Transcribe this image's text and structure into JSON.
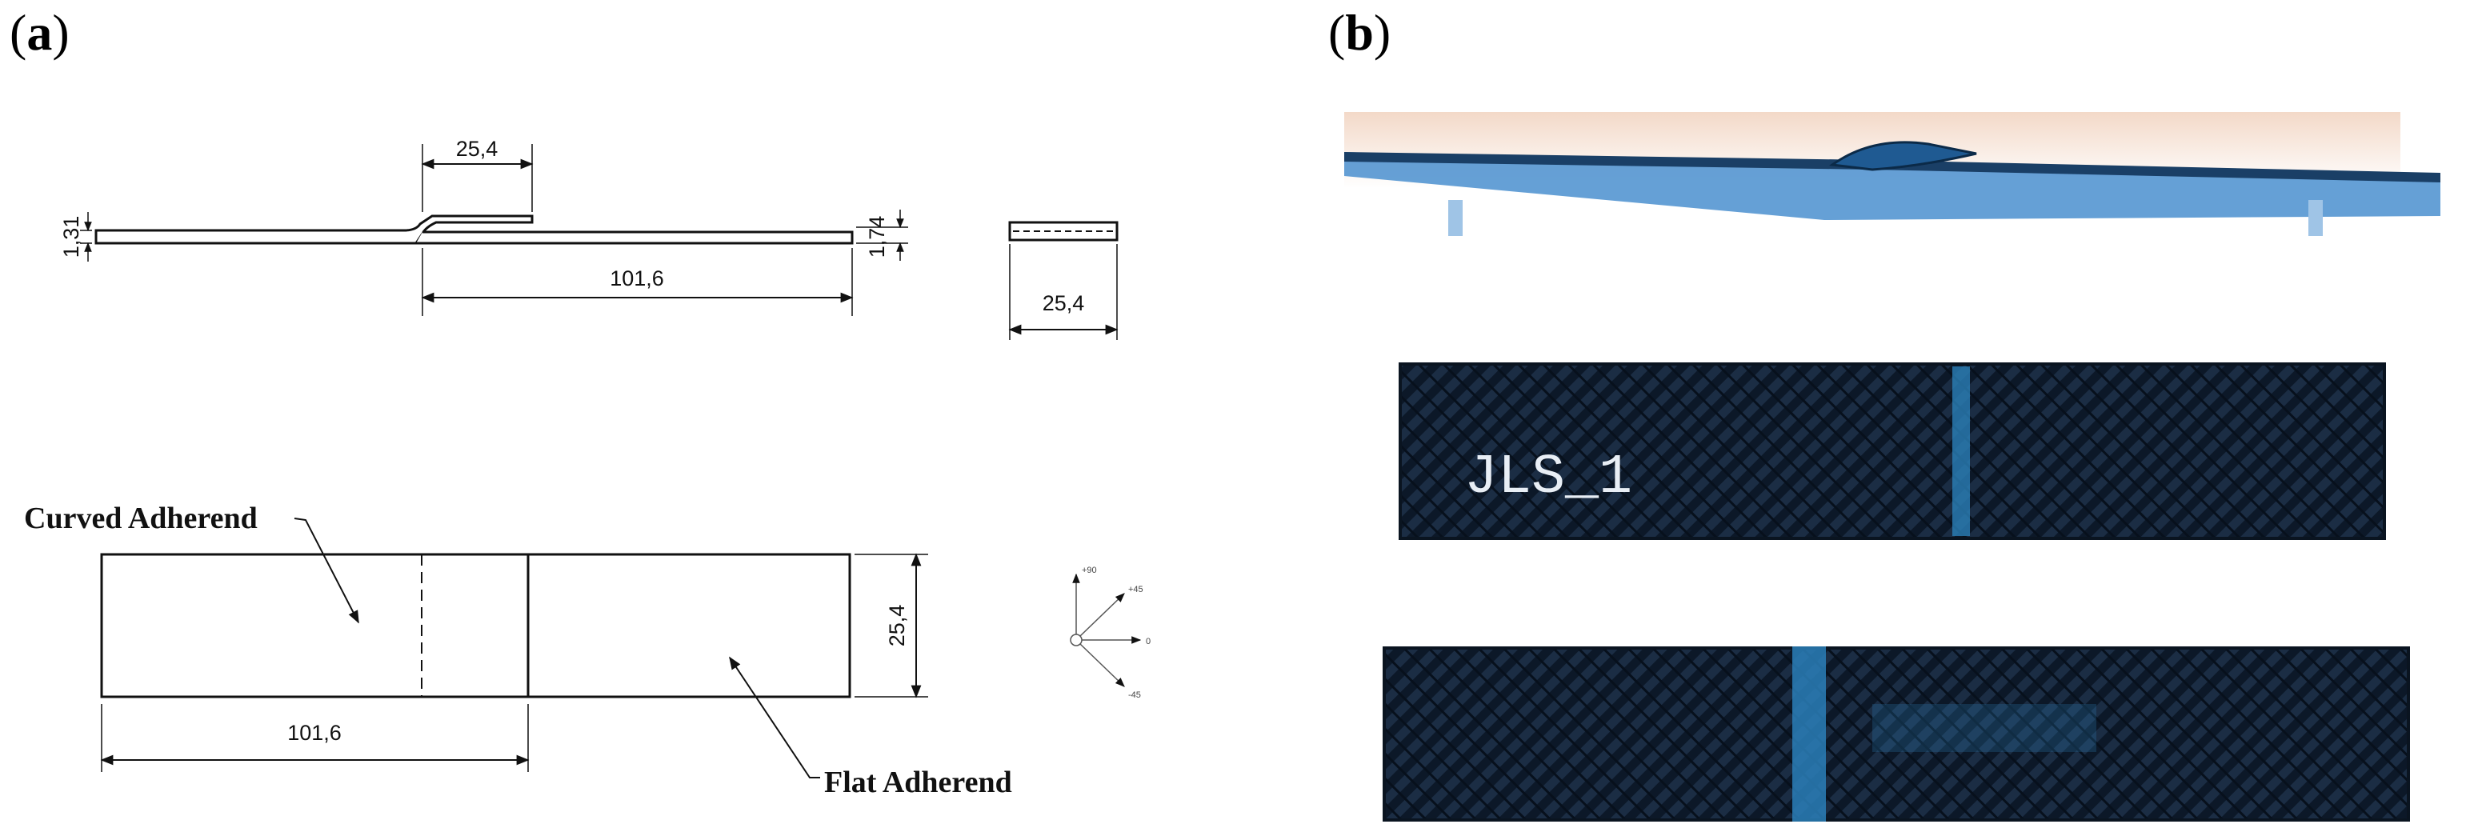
{
  "panels": {
    "a": {
      "open": "(",
      "letter": "a",
      "close": ")"
    },
    "b": {
      "open": "(",
      "letter": "b",
      "close": ")"
    }
  },
  "drawing": {
    "dim_overlap_top": "25,4",
    "dim_left_thickness": "1,31",
    "dim_right_thickness": "1,74",
    "dim_length_top": "101,6",
    "dim_section_width": "25,4",
    "dim_width_plan": "25,4",
    "dim_length_plan": "101,6",
    "label_curved": "Curved Adherend",
    "label_flat": "Flat Adherend",
    "orientation": {
      "p90": "+90",
      "p45": "+45",
      "zero": "0",
      "m45": "-45"
    }
  },
  "photos": {
    "specimen_id": "JLS_1"
  },
  "colors": {
    "line": "#111111",
    "carbon_dark": "#0c1828",
    "adhesive_blue": "#2a7fb8"
  }
}
